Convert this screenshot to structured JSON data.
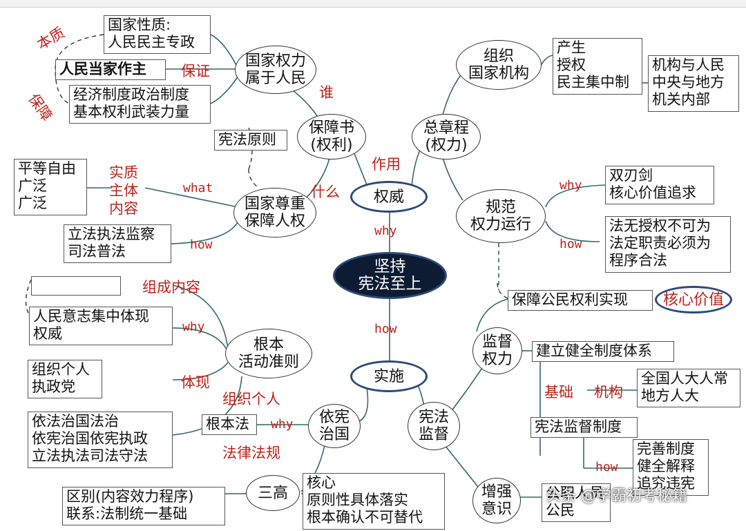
{
  "center": {
    "line1": "坚持",
    "line2": "宪法至上"
  },
  "authority": "权威",
  "implement": "实施",
  "links": {
    "why": "why",
    "how": "how",
    "zuoyong": "作用",
    "shenme": "什么",
    "shui": "谁"
  },
  "guarantee_book": {
    "line1": "保障书",
    "line2": "(权利)"
  },
  "general_charter": {
    "line1": "总章程",
    "line2": "(权力)"
  },
  "power_people": {
    "line1": "国家权力",
    "line2": "属于人民",
    "label_baozheng": "保证"
  },
  "nature_box": {
    "line1": "国家性质:",
    "line2": "人民民主专政"
  },
  "people_master": "人民当家作主",
  "economy_box": {
    "line1": "经济制度政治制度",
    "line2": "基本权利武装力量"
  },
  "side_labels": {
    "benzhi": "本质",
    "baozhang": "保障"
  },
  "constitution_principle": "宪法原则",
  "human_rights": {
    "line1": "国家尊重",
    "line2": "保障人权",
    "what": "what",
    "how": "how"
  },
  "equality_box": [
    "平等自由",
    "广泛",
    "广泛"
  ],
  "quality_labels": [
    "实质",
    "主体",
    "内容"
  ],
  "legislation_box": {
    "line1": "立法执法监察",
    "line2": "司法普法"
  },
  "organize": {
    "line1": "组织",
    "line2": "国家机构"
  },
  "produce_box": [
    "产生",
    "授权",
    "民主集中制"
  ],
  "institution_box": [
    "机构与人民",
    "中央与地方",
    "机关内部"
  ],
  "regulate": {
    "line1": "规范",
    "line2": "权力运行",
    "why": "why",
    "how": "how"
  },
  "sword_box": {
    "line1": "双刃剑",
    "line2": "核心价值追求"
  },
  "law_box": [
    "法无授权不可为",
    "法定职责必须为",
    "程序合法"
  ],
  "protect_rights": "保障公民权利实现",
  "core_value": "核心价值",
  "fundamental": {
    "line1": "根本",
    "line2": "活动准则"
  },
  "composition_label": "组成内容",
  "will_box": {
    "line1": "人民意志集中体现",
    "line2": "权威"
  },
  "why_label": "why",
  "embody_label": "体现",
  "org_box": {
    "line1": "组织个人",
    "line2": "执政党"
  },
  "rule_box": [
    "依法治国法治",
    "依宪治国依宪执政",
    "立法执法司法守法"
  ],
  "yixian": {
    "line1": "依宪",
    "line2": "治国"
  },
  "zuzhi_geren": "组织个人",
  "genbenfa": "根本法",
  "yixian_why": "why",
  "falv_fagui": "法律法规",
  "san_gao": "三高",
  "diff_box": {
    "line1": "区别(内容效力程序)",
    "line2": "联系:法制统一基础"
  },
  "core_box": [
    "核心",
    "原则性具体落实",
    "根本确认不可替代"
  ],
  "supervise_power": {
    "line1": "监督",
    "line2": "权力"
  },
  "establish_system": "建立健全制度体系",
  "jichu": "基础",
  "jigou": "机构",
  "npc_box": {
    "line1": "全国人大人常",
    "line2": "地方人大"
  },
  "supervision_system": "宪法监督制度",
  "sup_how": "how",
  "improve_box": [
    "完善制度",
    "健全解释",
    "追究违宪"
  ],
  "const_supervision": {
    "line1": "宪法",
    "line2": "监督"
  },
  "enhance": {
    "line1": "增强",
    "line2": "意识"
  },
  "public_box": {
    "line1": "公职人员",
    "line2": "公民"
  },
  "watermark": "头条 @学霸初考秘籍"
}
